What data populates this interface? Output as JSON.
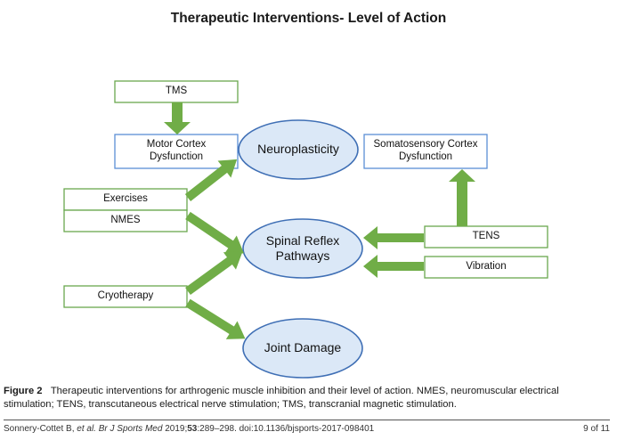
{
  "title": "Therapeutic Interventions- Level of Action",
  "boxes": {
    "tms": "TMS",
    "motor_cortex_line1": "Motor Cortex",
    "motor_cortex_line2": "Dysfunction",
    "somatosensory_line1": "Somatosensory Cortex",
    "somatosensory_line2": "Dysfunction",
    "exercises": "Exercises",
    "nmes": "NMES",
    "cryotherapy": "Cryotherapy",
    "tens": "TENS",
    "vibration": "Vibration"
  },
  "nodes": {
    "neuroplasticity": "Neuroplasticity",
    "spinal_line1": "Spinal Reflex",
    "spinal_line2": "Pathways",
    "joint_damage": "Joint Damage"
  },
  "caption": {
    "label": "Figure 2",
    "text": "Therapeutic interventions for arthrogenic muscle inhibition and their level of action. NMES, neuromuscular electrical stimulation; TENS, transcutaneous electrical nerve stimulation; TMS, transcranial magnetic stimulation."
  },
  "citation": {
    "authors": "Sonnery-Cottet B, ",
    "etal": "et al",
    "journal": ". Br J Sports Med",
    "year": " 2019;",
    "volume": "53",
    "pages_doi": ":289–298. doi:10.1136/bjsports-2017-098401"
  },
  "page_number": "9 of 11",
  "colors": {
    "green_box_border": "#6aa84f",
    "blue_box_border": "#5b8fd6",
    "ellipse_fill": "#dbe8f7",
    "ellipse_border": "#3f6fb5",
    "arrow": "#70ad47"
  }
}
